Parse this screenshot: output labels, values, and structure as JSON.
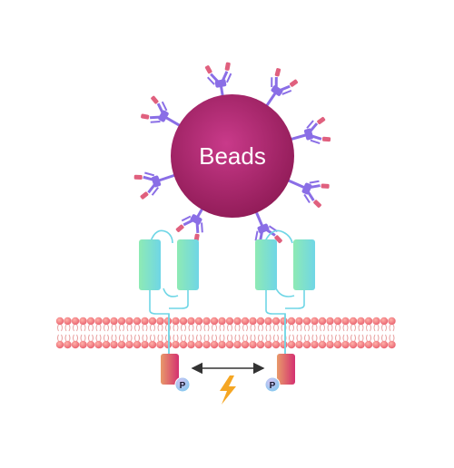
{
  "bead": {
    "label": "Beads",
    "color_top": "#c0357f",
    "color_bottom": "#8e1a55"
  },
  "phospho": {
    "left_label": "P",
    "right_label": "P"
  },
  "colors": {
    "antibody": "#8a6ee6",
    "antigen": "#e0607e",
    "receptor_fill": "#7be0c8",
    "kinase": "#d84b6a",
    "membrane_head": "#ef7a82",
    "bolt": "#f5a623",
    "phospho_fill": "#8ed1f2"
  },
  "icons": {
    "activation": "lightning-bolt-icon",
    "interaction": "double-arrow-icon"
  }
}
